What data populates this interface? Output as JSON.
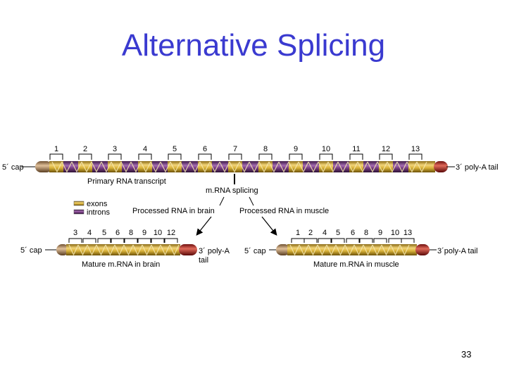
{
  "title": "Alternative Splicing",
  "page_number": "33",
  "colors": {
    "title": "#3a3ad0",
    "exon": "#d9b23a",
    "intron": "#7b3f86",
    "cap": "#b8916a",
    "tail": "#b62a2a"
  },
  "primary": {
    "exon_numbers": [
      "1",
      "2",
      "3",
      "4",
      "5",
      "6",
      "7",
      "8",
      "9",
      "10",
      "11",
      "12",
      "13"
    ],
    "cap_label": "5´ cap",
    "tail_label": "3´ poly-A tail",
    "caption": "Primary RNA transcript"
  },
  "splicing_label": "m.RNA splicing",
  "legend": {
    "exons": "exons",
    "introns": "introns"
  },
  "brain": {
    "path_label": "Processed RNA in brain",
    "exon_numbers": [
      "3",
      "4",
      "5",
      "6",
      "8",
      "9",
      "10",
      "12"
    ],
    "cap_label": "5´ cap",
    "tail_label_1": "3´ poly-A",
    "tail_label_2": "tail",
    "caption": "Mature m.RNA in brain"
  },
  "muscle": {
    "path_label": "Processed RNA in muscle",
    "exon_numbers": [
      "1",
      "2",
      "4",
      "5",
      "6",
      "8",
      "9",
      "10",
      "13"
    ],
    "cap_label": "5´ cap",
    "tail_label": "3´poly-A tail",
    "caption": "Mature m.RNA in muscle"
  }
}
